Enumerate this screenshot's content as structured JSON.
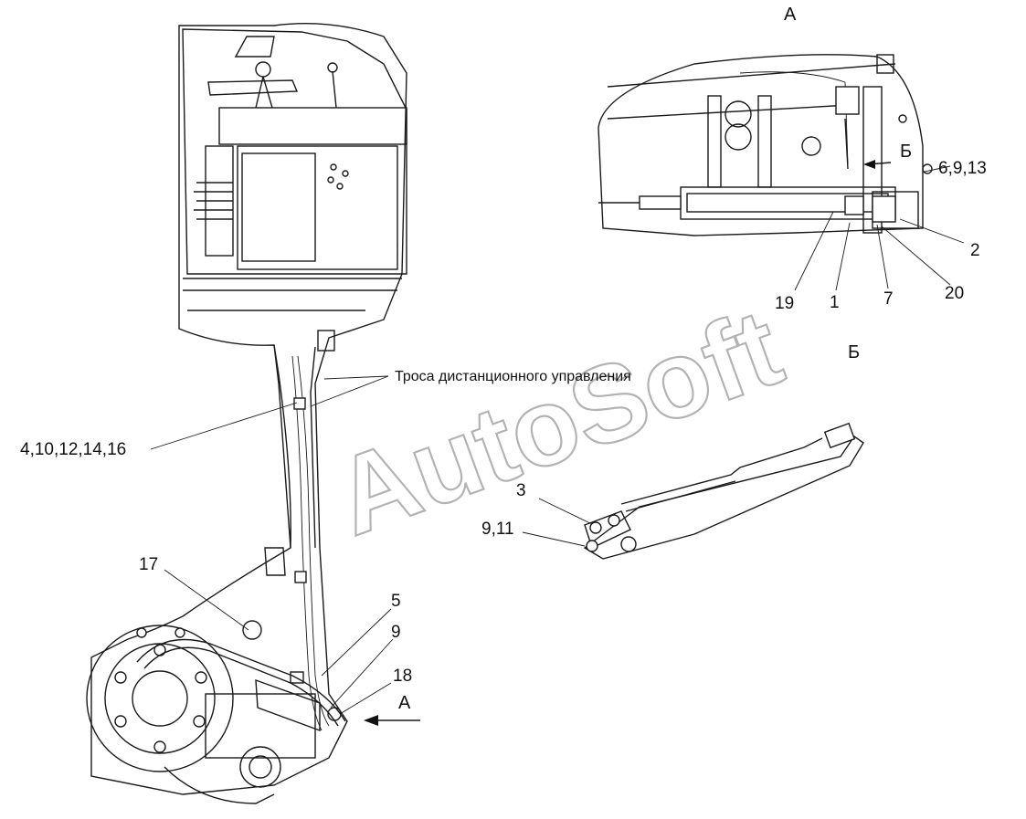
{
  "view_labels": {
    "view_a_title": "А",
    "view_b_title": "Б",
    "view_b_marker": "Б",
    "arrow_a": "А"
  },
  "callouts": {
    "c_6_9_13": "6,9,13",
    "c_2": "2",
    "c_19": "19",
    "c_1": "1",
    "c_7": "7",
    "c_20": "20",
    "c_3": "3",
    "c_9_11": "9,11",
    "c_4_10_12_14_16": "4,10,12,14,16",
    "c_17": "17",
    "c_5": "5",
    "c_9": "9",
    "c_18": "18"
  },
  "note": "Троса  дистанционного управления",
  "watermark": "AutoSoft"
}
